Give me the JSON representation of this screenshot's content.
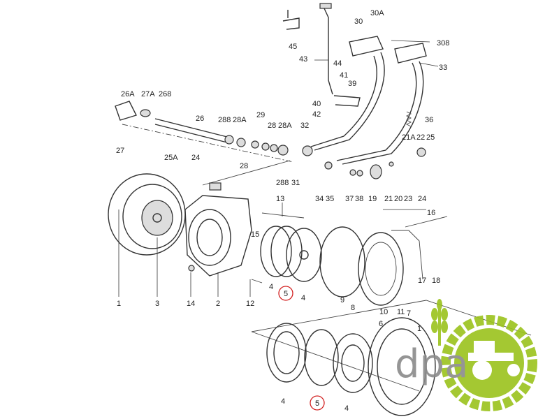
{
  "diagram": {
    "labels": [
      "45",
      "30A",
      "30",
      "308",
      "43",
      "44",
      "41",
      "39",
      "33",
      "40",
      "42",
      "26A",
      "27A",
      "268",
      "26",
      "288",
      "28A",
      "29",
      "28",
      "28A",
      "32",
      "36",
      "21A",
      "22",
      "25",
      "27",
      "25A",
      "24",
      "28",
      "288",
      "31",
      "34",
      "35",
      "37",
      "38",
      "19",
      "21",
      "20",
      "23",
      "24",
      "13",
      "16",
      "15",
      "1",
      "3",
      "14",
      "2",
      "12",
      "4",
      "5",
      "4",
      "9",
      "8",
      "10",
      "11",
      "7",
      "17",
      "18",
      "6",
      "1",
      "4",
      "5",
      "4"
    ],
    "highlight_color": "#d22020"
  },
  "logo": {
    "text": "dpa",
    "primary_color": "#9bc31c",
    "text_color": "#8a8a8a"
  }
}
